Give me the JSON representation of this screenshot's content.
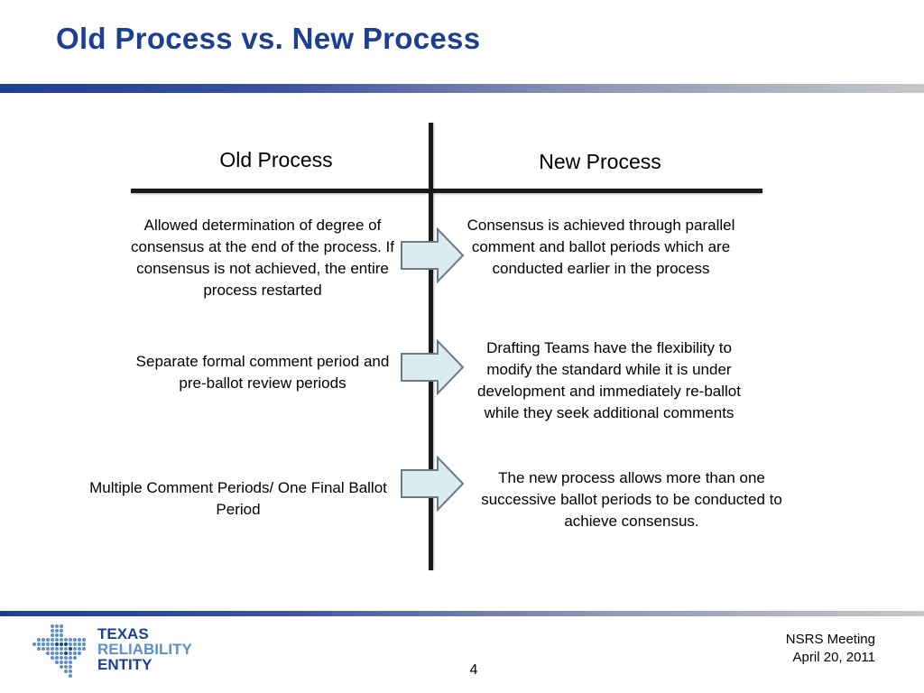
{
  "slide": {
    "title": "Old Process vs. New Process",
    "page_number": "4"
  },
  "columns": {
    "old_header": "Old Process",
    "new_header": "New Process"
  },
  "rows": [
    {
      "old": "Allowed determination of degree of consensus at the end of the process. If consensus is not achieved, the entire process restarted",
      "new": "Consensus is achieved  through parallel comment and ballot periods which are conducted earlier in the process"
    },
    {
      "old": "Separate formal comment period and pre-ballot review periods",
      "new": "Drafting Teams have the flexibility to modify the standard while it is under development and immediately re-ballot while they seek additional comments"
    },
    {
      "old": "Multiple Comment Periods/ One Final Ballot Period",
      "new": "The new process allows more than one successive ballot periods to be conducted to achieve consensus."
    }
  ],
  "footer": {
    "meeting": "NSRS Meeting",
    "date": "April 20, 2011"
  },
  "logo": {
    "line1": "TEXAS",
    "line2": "RELIABILITY",
    "line3": "ENTITY",
    "icon": "texas-map-dots-icon"
  },
  "colors": {
    "title": "#1c3f94",
    "arrow_fill": "#dcebee",
    "arrow_stroke": "#6d7a86",
    "logo_blue": "#1c3f94",
    "logo_light": "#5b8fd0"
  }
}
